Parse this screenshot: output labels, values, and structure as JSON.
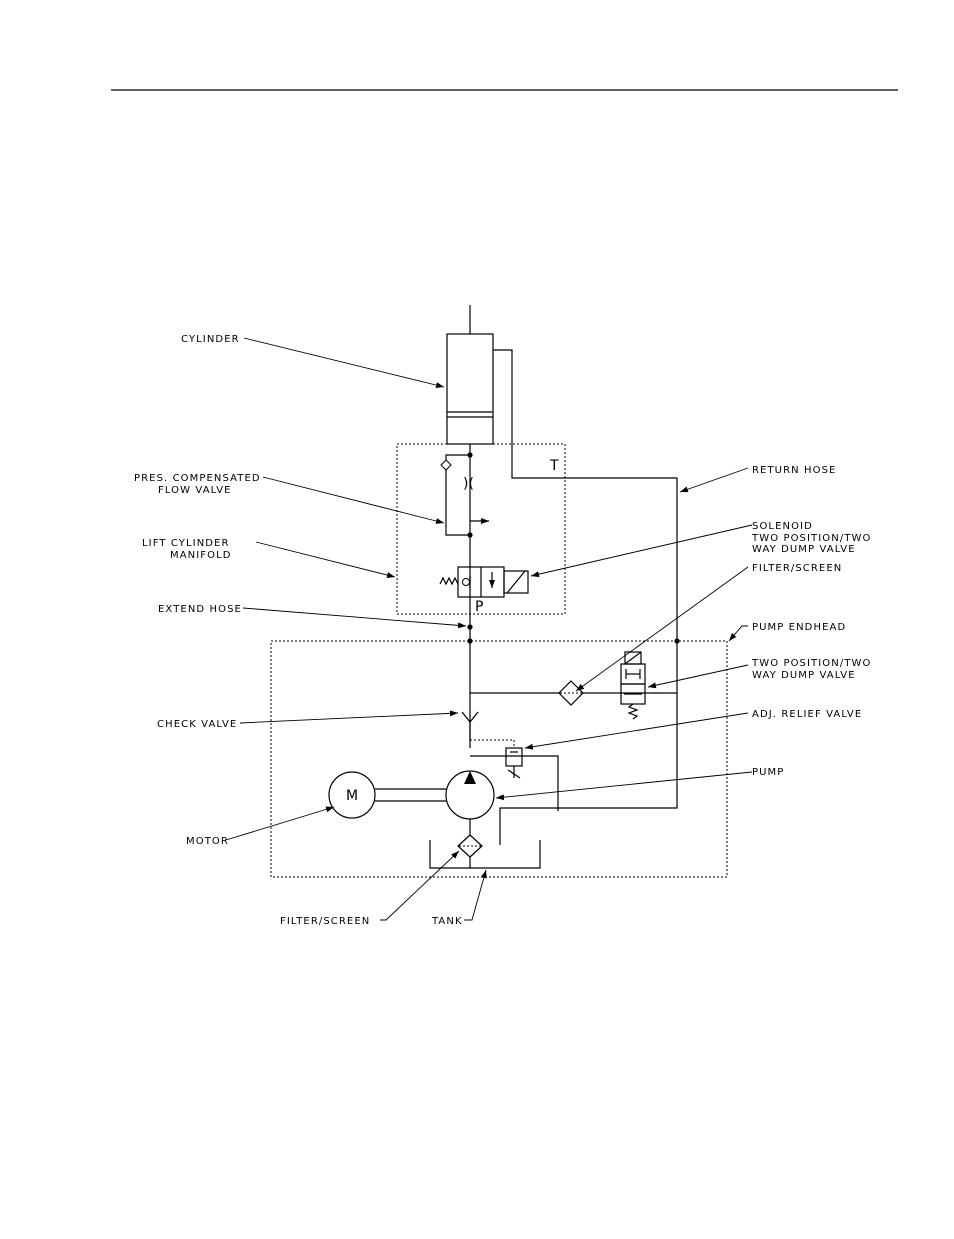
{
  "labels": {
    "cylinder": "CYLINDER",
    "flow_valve_1": "PRES. COMPENSATED",
    "flow_valve_2": "FLOW VALVE",
    "manifold_1": "LIFT CYLINDER",
    "manifold_2": "MANIFOLD",
    "extend_hose": "EXTEND HOSE",
    "check_valve": "CHECK VALVE",
    "motor": "MOTOR",
    "filter_bottom": "FILTER/SCREEN",
    "tank": "TANK",
    "return_hose": "RETURN HOSE",
    "solenoid_1": "SOLENOID",
    "solenoid_2": "TWO POSITION/TWO",
    "solenoid_3": "WAY DUMP VALVE",
    "filter_top": "FILTER/SCREEN",
    "pump_endhead": "PUMP ENDHEAD",
    "dump_valve_1": "TWO POSITION/TWO",
    "dump_valve_2": "WAY DUMP VALVE",
    "relief_valve": "ADJ. RELIEF VALVE",
    "pump": "PUMP"
  },
  "symbols": {
    "port_t": "T",
    "port_p": "P",
    "motor_letter": "M",
    "orifice": ")("
  }
}
